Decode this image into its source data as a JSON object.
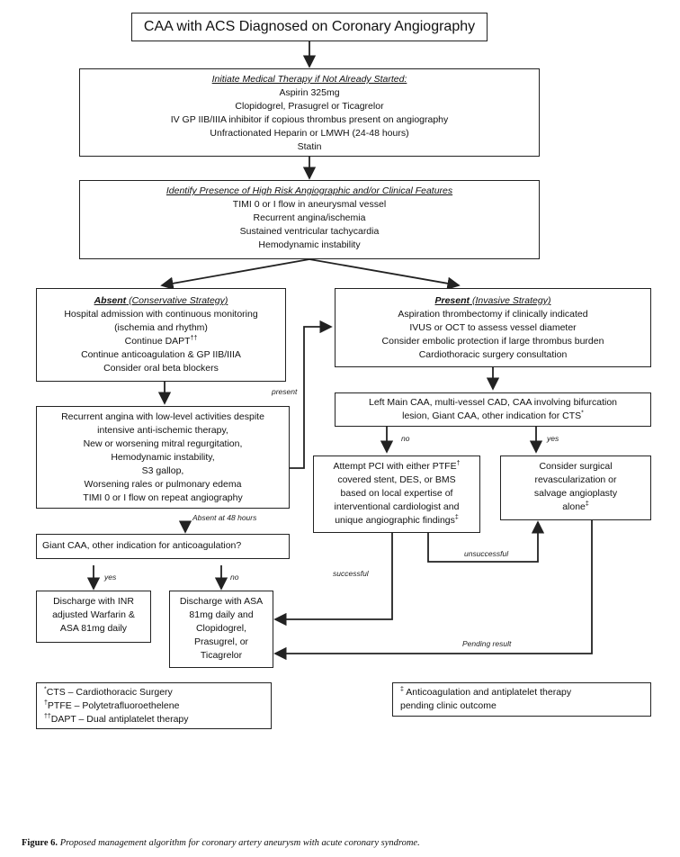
{
  "title": "CAA with ACS Diagnosed on Coronary Angiography",
  "medical_therapy": {
    "header": "Initiate Medical Therapy if Not Already Started:",
    "lines": [
      "Aspirin 325mg",
      "Clopidogrel, Prasugrel or Ticagrelor",
      "IV GP IIB/IIIA inhibitor if copious thrombus present on angiography",
      "Unfractionated Heparin or LMWH (24-48 hours)",
      "Statin"
    ]
  },
  "high_risk": {
    "header": "Identify Presence of High Risk Angiographic and/or Clinical Features",
    "lines": [
      "TIMI 0 or I flow in aneurysmal vessel",
      "Recurrent angina/ischemia",
      "Sustained ventricular tachycardia",
      "Hemodynamic instability"
    ]
  },
  "absent": {
    "header_bold": "Absent",
    "header_rest": " (Conservative Strategy)",
    "lines": [
      "Hospital admission with continuous monitoring",
      "(ischemia and rhythm)",
      "Continue DAPT",
      "Continue anticoagulation & GP IIB/IIIA",
      "Consider oral beta blockers"
    ],
    "dapt_sup": "††"
  },
  "present": {
    "header_bold": "Present",
    "header_rest": " (Invasive Strategy)",
    "lines": [
      "Aspiration thrombectomy if clinically indicated",
      "IVUS or OCT to assess vessel diameter",
      "Consider embolic protection if large thrombus burden",
      "Cardiothoracic surgery consultation"
    ]
  },
  "recurrent": {
    "lines": [
      "Recurrent angina with low-level activities despite",
      "intensive anti-ischemic therapy,",
      "New or worsening mitral regurgitation,",
      "Hemodynamic instability,",
      "S3 gallop,",
      "Worsening rales or pulmonary edema",
      "TIMI 0 or I flow on repeat angiography"
    ]
  },
  "left_main": {
    "lines": [
      "Left Main CAA, multi-vessel CAD, CAA involving bifurcation",
      "lesion, Giant CAA, other indication for CTS"
    ],
    "sup": "*"
  },
  "attempt_pci": {
    "lines": [
      "Attempt PCI with either PTFE",
      "covered stent, DES, or BMS",
      "based on local expertise of",
      "interventional cardiologist and",
      "unique angiographic findings"
    ],
    "pcisup_1": "†",
    "pcisup_2": "‡"
  },
  "surgical": {
    "lines": [
      "Consider surgical",
      "revascularization or",
      "salvage angioplasty",
      "alone"
    ],
    "sup": "‡"
  },
  "giant_caa": "Giant CAA, other indication for anticoagulation?",
  "discharge_inr": {
    "lines": [
      "Discharge with INR",
      "adjusted Warfarin &",
      "ASA 81mg daily"
    ]
  },
  "discharge_asa": {
    "lines": [
      "Discharge with ASA",
      "81mg daily and",
      "Clopidogrel,",
      "Prasugrel, or",
      "Ticagrelor"
    ]
  },
  "labels": {
    "present": "present",
    "absent48": "Absent at 48 hours",
    "no1": "no",
    "yes1": "yes",
    "yes2": "yes",
    "no2": "no",
    "unsuccessful": "unsuccessful",
    "successful": "successful",
    "pending": "Pending result"
  },
  "legend_left": {
    "line1_sup": "*",
    "line1": "CTS – Cardiothoracic Surgery",
    "line2_sup": "†",
    "line2": "PTFE – Polytetrafluoroethelene",
    "line3_sup": "††",
    "line3": "DAPT – Dual antiplatelet therapy"
  },
  "legend_right": {
    "sup": "‡",
    "line1": " Anticoagulation and antiplatelet therapy",
    "line2": "pending clinic outcome"
  },
  "caption": {
    "label": "Figure 6.",
    "text": " Proposed management algorithm for coronary artery aneurysm with acute coronary syndrome."
  }
}
